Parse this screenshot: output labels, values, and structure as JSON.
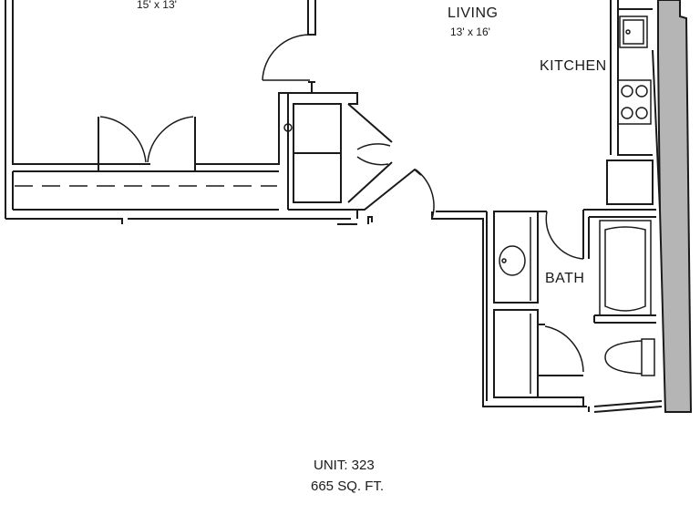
{
  "rooms": {
    "bedroom": {
      "dimensions": "15' x 13'"
    },
    "living": {
      "name": "LIVING",
      "dimensions": "13' x 16'"
    },
    "kitchen": {
      "name": "KITCHEN"
    },
    "bath": {
      "name": "BATH"
    }
  },
  "unit": {
    "number": "UNIT: 323",
    "area": "665 SQ. FT."
  },
  "colors": {
    "wall": "#1a1a1a",
    "exterior_wall_fill": "#b5b5b5",
    "background": "#ffffff"
  }
}
